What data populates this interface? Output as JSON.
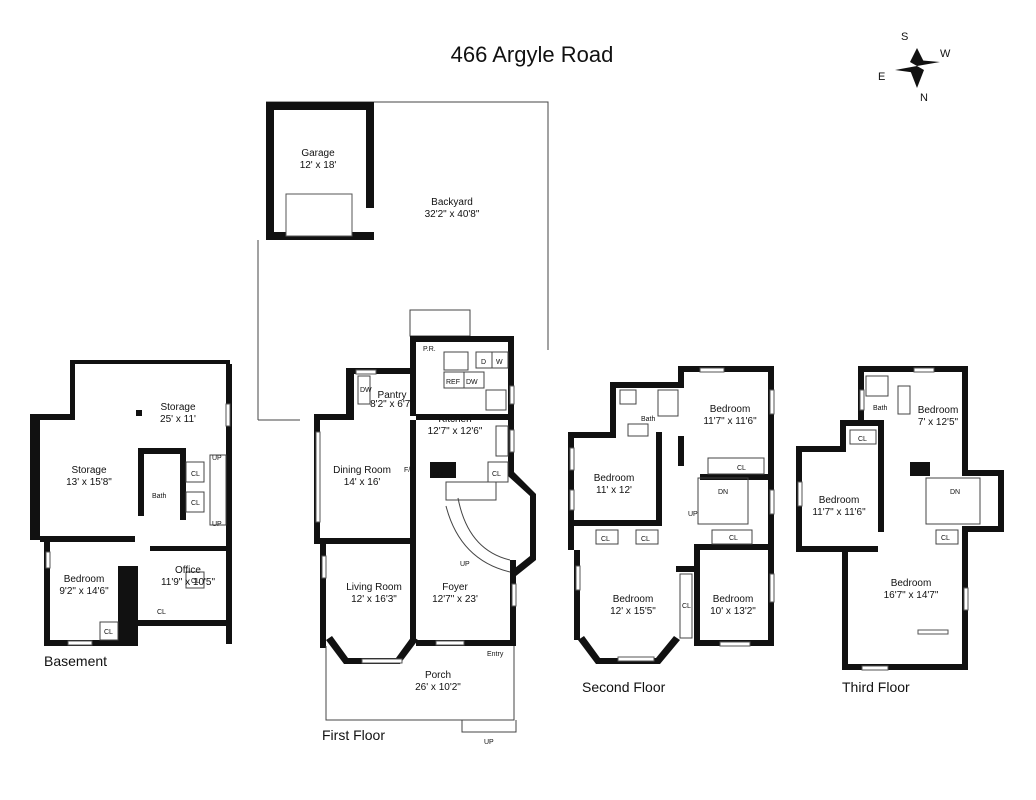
{
  "title": "466 Argyle Road",
  "compass": {
    "s": "S",
    "w": "W",
    "e": "E",
    "n": "N"
  },
  "floors": {
    "basement": "Basement",
    "first": "First Floor",
    "second": "Second Floor",
    "third": "Third Floor"
  },
  "rooms": {
    "garage": {
      "name": "Garage",
      "dims": "12' x 18'"
    },
    "backyard": {
      "name": "Backyard",
      "dims": "32'2\" x 40'8\""
    },
    "storage_big": {
      "name": "Storage",
      "dims": "25' x 11'"
    },
    "storage_small": {
      "name": "Storage",
      "dims": "13' x 15'8\""
    },
    "basement_bedroom": {
      "name": "Bedroom",
      "dims": "9'2\" x 14'6\""
    },
    "office": {
      "name": "Office",
      "dims": "11'9\" x 10'5\""
    },
    "pantry": {
      "name": "Pantry",
      "dims": "8'2\" x 6'7\""
    },
    "kitchen": {
      "name": "Kitchen",
      "dims": "12'7\" x 12'6\""
    },
    "dining": {
      "name": "Dining Room",
      "dims": "14' x 16'"
    },
    "living": {
      "name": "Living Room",
      "dims": "12' x 16'3\""
    },
    "foyer": {
      "name": "Foyer",
      "dims": "12'7\" x 23'"
    },
    "porch": {
      "name": "Porch",
      "dims": "26' x 10'2\""
    },
    "s_bed_a": {
      "name": "Bedroom",
      "dims": "11'7\" x 11'6\""
    },
    "s_bed_b": {
      "name": "Bedroom",
      "dims": "11' x 12'"
    },
    "s_bed_c": {
      "name": "Bedroom",
      "dims": "12' x 15'5\""
    },
    "s_bed_d": {
      "name": "Bedroom",
      "dims": "10' x 13'2\""
    },
    "t_bed_a": {
      "name": "Bedroom",
      "dims": "7' x 12'5\""
    },
    "t_bed_b": {
      "name": "Bedroom",
      "dims": "11'7\" x 11'6\""
    },
    "t_bed_c": {
      "name": "Bedroom",
      "dims": "16'7\" x 14'7\""
    }
  },
  "labels": {
    "bath": "Bath",
    "cl": "CL",
    "up": "UP",
    "dn": "DN",
    "entry": "Entry",
    "pr": "P.R.",
    "fp": "F/P",
    "ref": "REF",
    "dw": "DW",
    "d": "D",
    "w": "W"
  }
}
